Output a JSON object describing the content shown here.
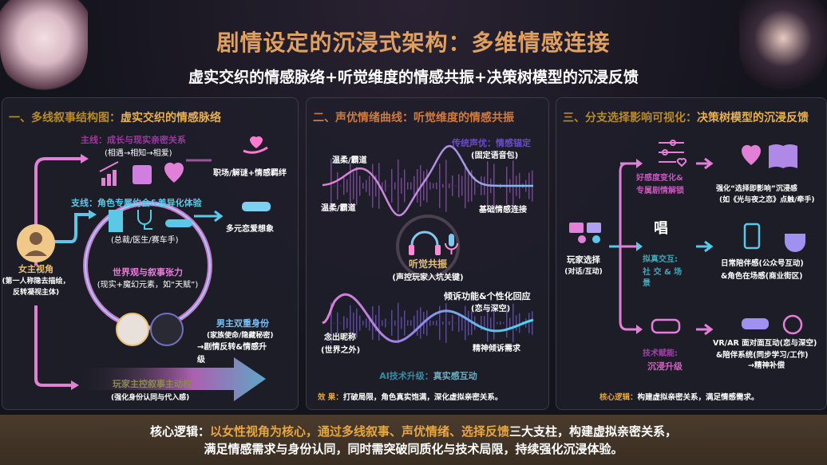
{
  "header": {
    "title": "剧情设定的沉浸式架构：多维情感连接",
    "subtitle": "虚实交织的情感脉络+听觉维度的情感共振+决策树模型的沉浸反馈"
  },
  "panel1": {
    "title_prefix": "一、多线叙事结构图：",
    "title_main": "虚实交织的情感脉络",
    "main_line": "主线：成长与现实亲密关系",
    "main_line_sub": "(相遇→相知→相爱)",
    "main_result": "职场/解谜+情感羁绊",
    "side_line": "支线：角色专属约会&差异化体验",
    "side_line_sub": "(总裁/医生/赛车手)",
    "side_result": "多元恋爱想象",
    "heroine": "女主视角",
    "heroine_sub1": "(第一人称隐去描绘，",
    "heroine_sub2": "反转凝视主体)",
    "world": "世界观与叙事张力",
    "world_sub": "(现实+魔幻元素，如“天赋”)",
    "male": "男主双重身份",
    "male_sub": "(家族使命/隐藏秘密)",
    "male_result1": "→剧情反转&情感升",
    "male_result2": "级",
    "player": "玩家主控叙事主动权",
    "player_sub": "(强化身份认同与代入感)"
  },
  "panel2": {
    "title": "二、声优情绪曲线：听觉维度的情感共振",
    "traditional": "传统声优：情感锚定",
    "traditional_sub": "(固定语音包)",
    "gentle_top": "温柔/霸道",
    "gentle_bottom": "温柔/霸道",
    "basic": "基础情感连接",
    "resonance": "听觉共振",
    "resonance_sub": "(声控玩家入坑关键)",
    "confide": "倾诉功能&个性化回应",
    "confide_sub": "(恋与深空)",
    "nickname": "念出昵称",
    "nickname_sub": "(世界之外)",
    "spirit": "精神倾诉需求",
    "ai_prefix": "AI技术升级：",
    "ai_main": "真实感互动",
    "effect_label": "效 果：",
    "effect": "打破局限，角色真实饱满，深化虚拟亲密关系。"
  },
  "panel3": {
    "title_prefix": "三、分支选择影响可视化：",
    "title_main": "决策树模型的沉浸反馈",
    "player": "玩家选择",
    "player_sub": "(对话/互动)",
    "b1": "好感度变化&",
    "b1b": "专属剧情解锁",
    "r1": "强化“选择即影响”沉浸感",
    "r1b": "(如《光与夜之恋》点触/牵手)",
    "sing": "唱",
    "b2": "拟真交互:",
    "b2b": "社 交 & 场",
    "b2c": "景",
    "r2": "日常陪伴感(公众号互动)",
    "r2b": "&角色在场感(商业街区)",
    "b3": "技术赋能:",
    "b3b": "沉浸升级",
    "r3": "VR/AR  面对面互动(恋与深空)",
    "r3b": "&陪伴系统(同步学习/工作)",
    "r3c": "→精神补偿",
    "core_label": "核心逻辑：",
    "core": "构建虚拟亲密关系，满足情感需求。"
  },
  "footer": {
    "label": "核心逻辑：",
    "highlight": "以女性视角为核心，通过多线叙事、声优情绪、选择反馈",
    "rest": "三大支柱，构建虚拟亲密关系，",
    "line2": "满足情感需求与身份认同，同时需突破同质化与技术局限，持续强化沉浸体验。"
  },
  "colors": {
    "gold": "#e8a640",
    "pink": "#e27fd6",
    "cyan": "#5cc8e8",
    "purple": "#8a4fd0",
    "footer_bg": "#4a3b2c"
  }
}
